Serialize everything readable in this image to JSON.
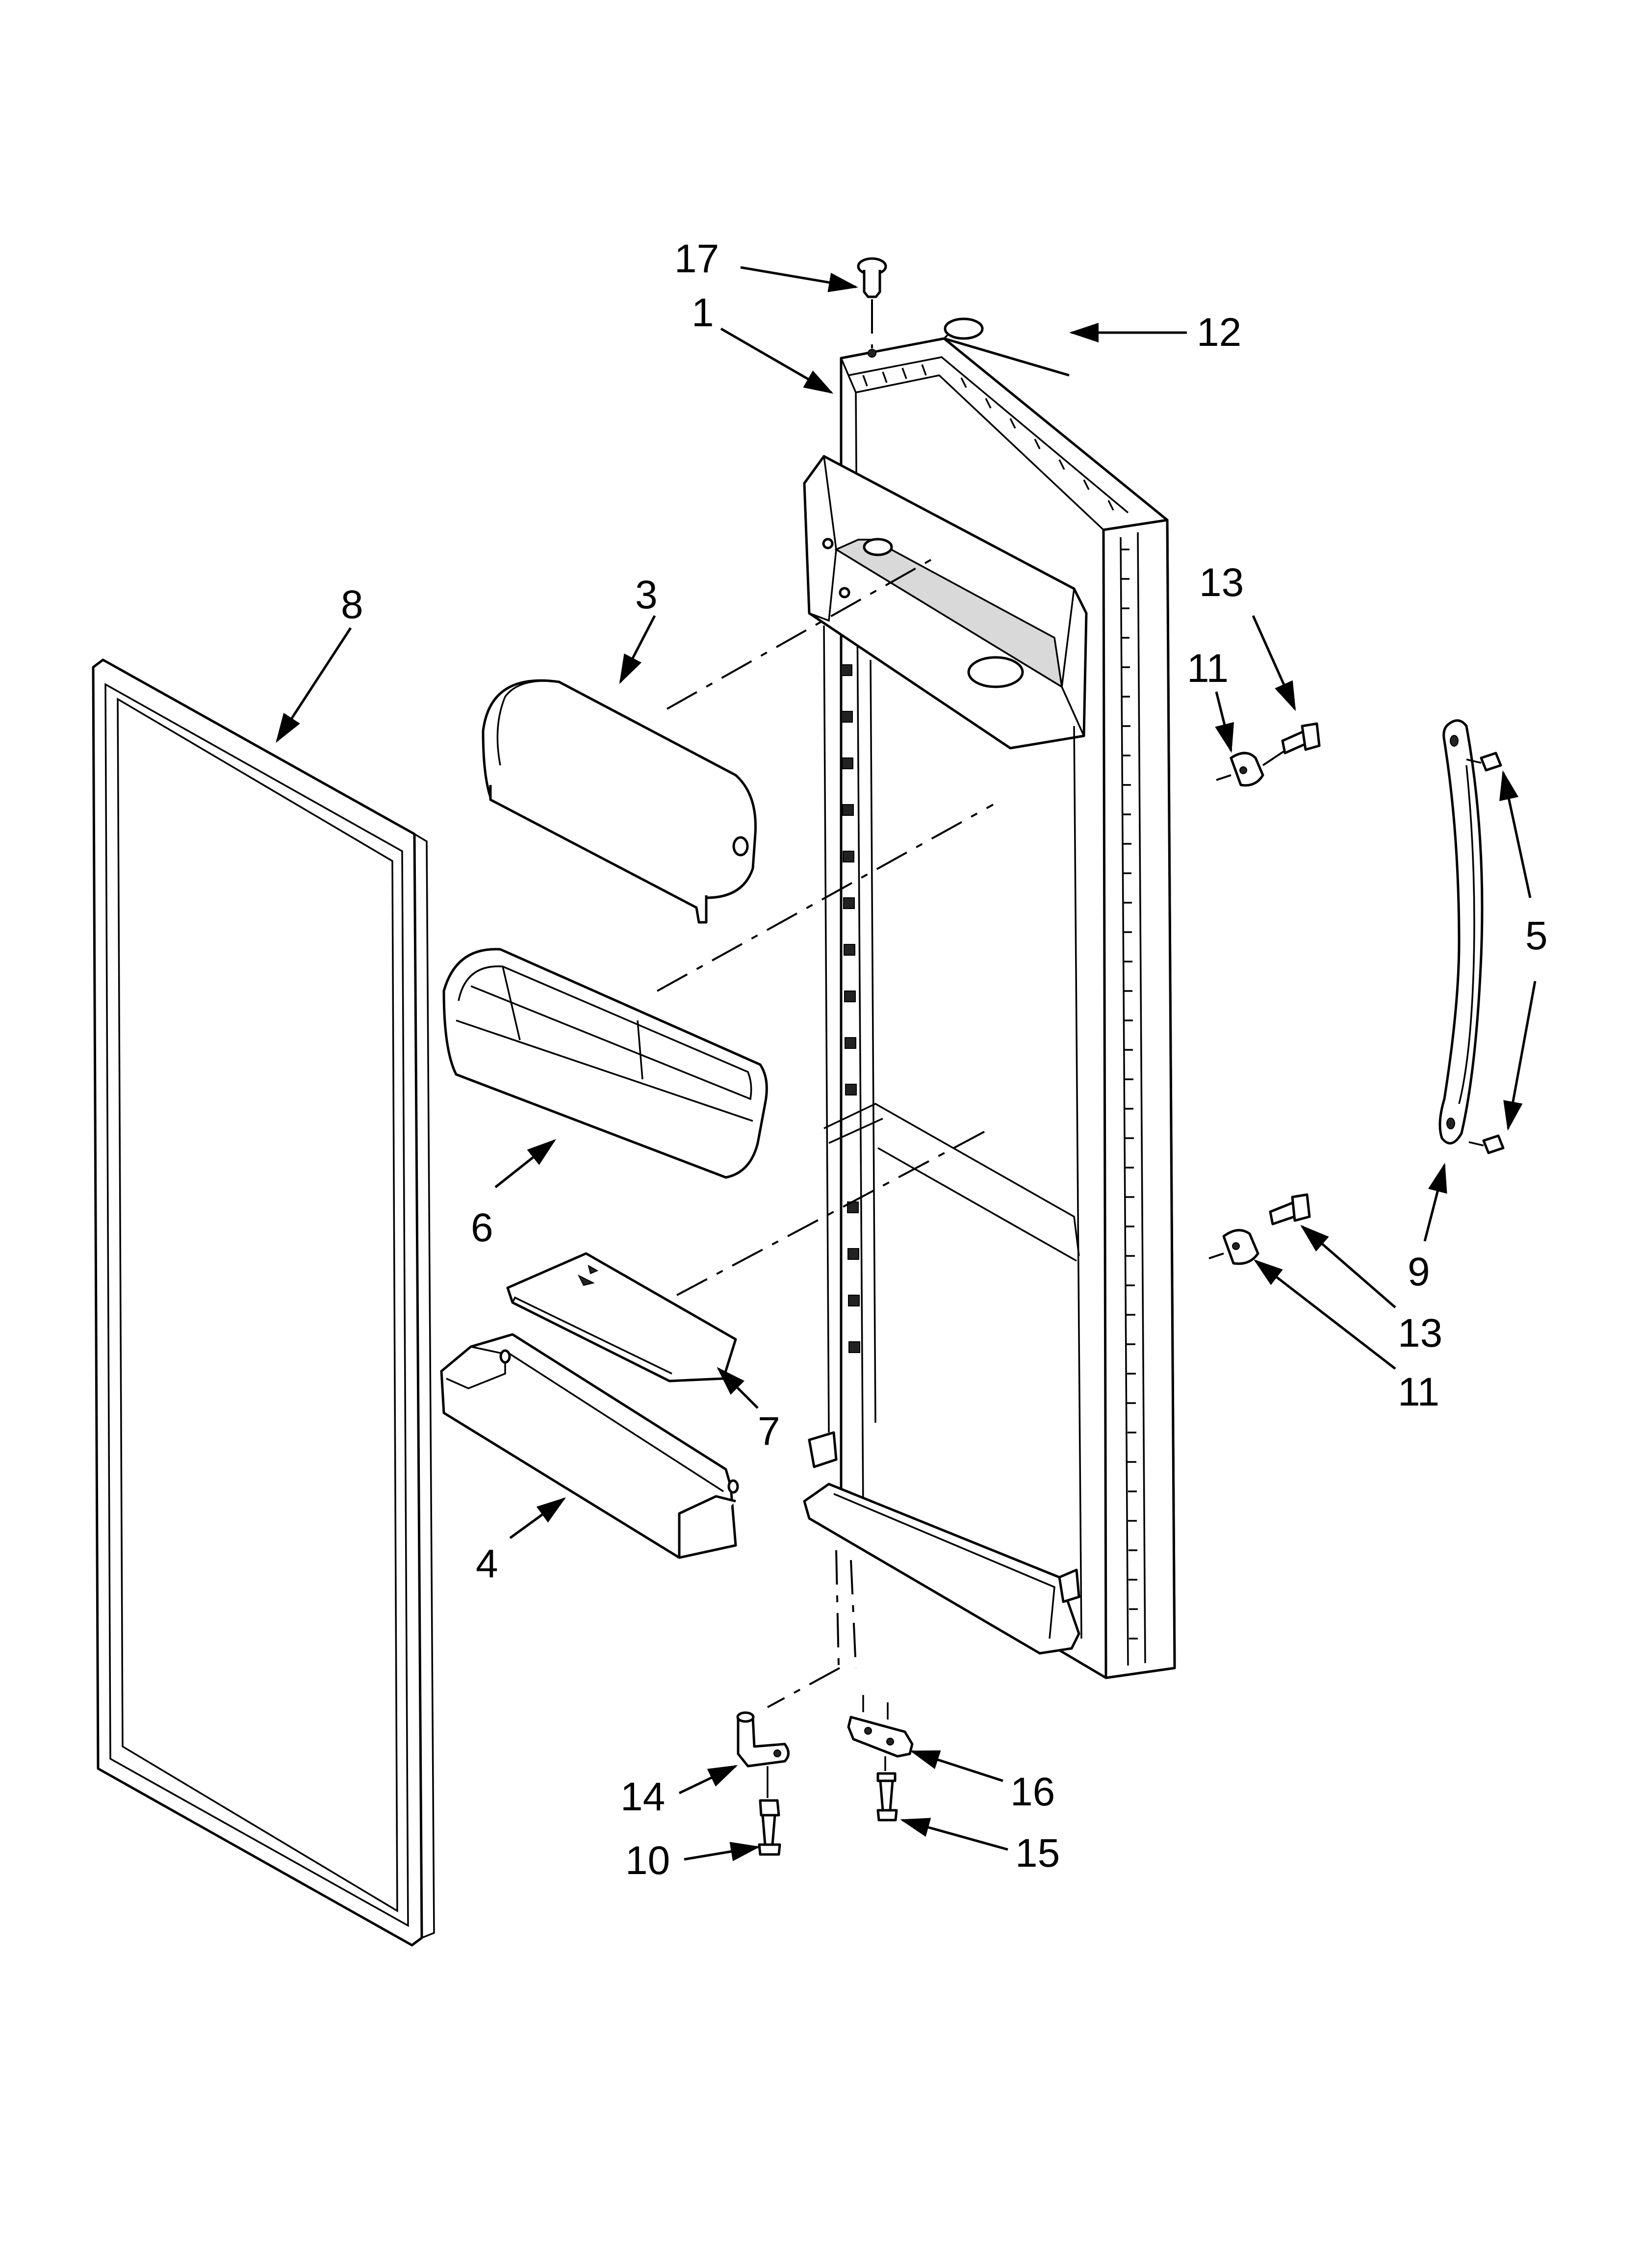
{
  "diagram": {
    "callouts": [
      {
        "id": "c17",
        "label": "17"
      },
      {
        "id": "c1",
        "label": "1"
      },
      {
        "id": "c12",
        "label": "12"
      },
      {
        "id": "c3",
        "label": "3"
      },
      {
        "id": "c8",
        "label": "8"
      },
      {
        "id": "c13a",
        "label": "13"
      },
      {
        "id": "c11a",
        "label": "11"
      },
      {
        "id": "c5",
        "label": "5"
      },
      {
        "id": "c6",
        "label": "6"
      },
      {
        "id": "c9",
        "label": "9"
      },
      {
        "id": "c13b",
        "label": "13"
      },
      {
        "id": "c11b",
        "label": "11"
      },
      {
        "id": "c7",
        "label": "7"
      },
      {
        "id": "c4",
        "label": "4"
      },
      {
        "id": "c14",
        "label": "14"
      },
      {
        "id": "c16",
        "label": "16"
      },
      {
        "id": "c10",
        "label": "10"
      },
      {
        "id": "c15",
        "label": "15"
      }
    ]
  }
}
